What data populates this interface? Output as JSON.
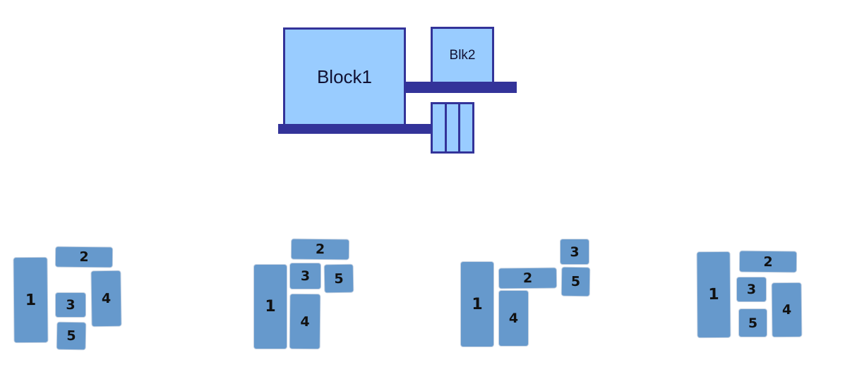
{
  "schematic": {
    "block1_label": "Block1",
    "blk2_label": "Blk2",
    "colors": {
      "fill": "#99ccff",
      "stroke": "#333399"
    }
  },
  "layouts": [
    {
      "pieces": [
        "1",
        "2",
        "3",
        "4",
        "5"
      ]
    },
    {
      "pieces": [
        "1",
        "2",
        "3",
        "4",
        "5"
      ]
    },
    {
      "pieces": [
        "1",
        "2",
        "3",
        "4",
        "5"
      ]
    },
    {
      "pieces": [
        "1",
        "2",
        "3",
        "4",
        "5"
      ]
    }
  ],
  "colors": {
    "piece_fill": "#6699cc"
  }
}
